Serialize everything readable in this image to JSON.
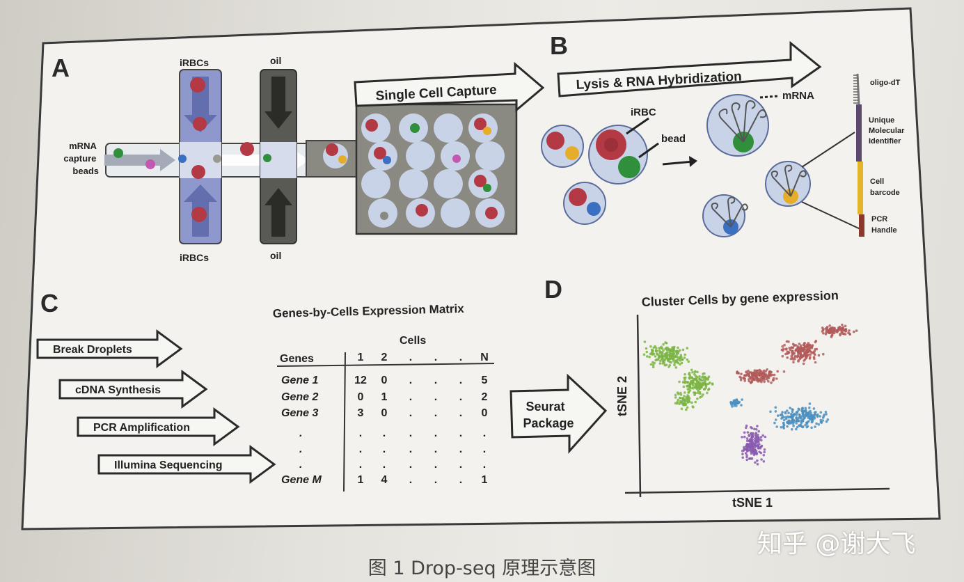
{
  "panels": {
    "a": {
      "letter": "A",
      "beads_label": [
        "mRNA",
        "capture",
        "beads"
      ],
      "irbcs_top": "iRBCs",
      "irbcs_bottom": "iRBCs",
      "oil_top": "oil",
      "oil_bottom": "oil",
      "capture_arrow": "Single Cell Capture"
    },
    "b": {
      "letter": "B",
      "lysis_arrow": "Lysis & RNA Hybridization",
      "irbc_label": "iRBC",
      "bead_label": "bead",
      "mrna_label": "mRNA",
      "oligo_labels": [
        [
          "oligo-dT"
        ],
        [
          "Unique",
          "Molecular",
          "Identifier"
        ],
        [
          "Cell",
          "barcode"
        ],
        [
          "PCR",
          "Handle"
        ]
      ]
    },
    "c": {
      "letter": "C",
      "matrix_title": "Genes-by-Cells Expression Matrix",
      "cells_header": "Cells",
      "genes_header": "Genes",
      "column_headers": [
        "1",
        "2",
        ".",
        ".",
        ".",
        "N"
      ],
      "rows": [
        {
          "gene": "Gene 1",
          "values": [
            "12",
            "0",
            ".",
            ".",
            ".",
            "5"
          ]
        },
        {
          "gene": "Gene 2",
          "values": [
            "0",
            "1",
            ".",
            ".",
            ".",
            "2"
          ]
        },
        {
          "gene": "Gene 3",
          "values": [
            "3",
            "0",
            ".",
            ".",
            ".",
            "0"
          ]
        },
        {
          "gene": ".",
          "values": [
            ".",
            ".",
            ".",
            ".",
            ".",
            "."
          ]
        },
        {
          "gene": ".",
          "values": [
            ".",
            ".",
            ".",
            ".",
            ".",
            "."
          ]
        },
        {
          "gene": ".",
          "values": [
            ".",
            ".",
            ".",
            ".",
            ".",
            "."
          ]
        },
        {
          "gene": "Gene M",
          "values": [
            "1",
            "4",
            ".",
            ".",
            ".",
            "1"
          ]
        }
      ],
      "steps": [
        "Break Droplets",
        "cDNA Synthesis",
        "PCR Amplification",
        "Illumina Sequencing"
      ],
      "seurat_label": [
        "Seurat",
        "Package"
      ]
    },
    "d": {
      "letter": "D",
      "title": "Cluster Cells by gene expression",
      "xlabel": "tSNE 1",
      "ylabel": "tSNE 2"
    }
  },
  "colors": {
    "cell_red": "#b33a45",
    "bead_green": "#2f8f3a",
    "bead_yellow": "#e5ad2a",
    "bead_blue": "#3a6fc2",
    "bead_pink": "#c258b0",
    "droplet": "#c9d3e8",
    "irbc_channel": "#8e98cc",
    "oil_channel": "#5a5a55",
    "cluster_green": "#7bb544",
    "cluster_red": "#b25a5a",
    "cluster_blue": "#4a8fc0",
    "cluster_purple": "#8a5cb0"
  },
  "caption": "图 1 Drop-seq 原理示意图",
  "watermark": "知乎 @谢大飞"
}
